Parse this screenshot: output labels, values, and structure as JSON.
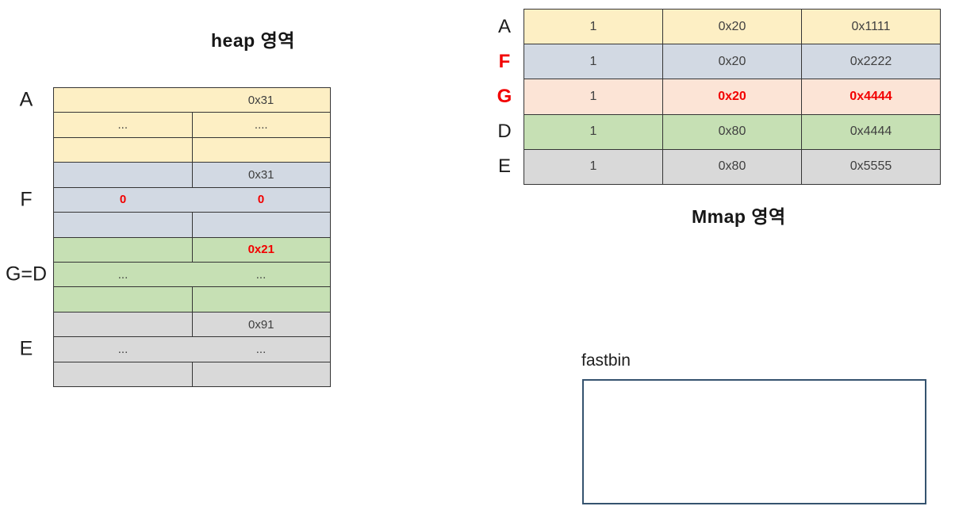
{
  "colors": {
    "chunk_a_yellow": "#FDEFC4",
    "chunk_f_bluegray": "#D2D9E3",
    "chunk_g_green": "#C6E0B4",
    "chunk_g_pink": "#FCE4D6",
    "chunk_e_gray": "#D9D9D9",
    "highlight_red": "#F20000",
    "fastbin_border_blue": "#35536F",
    "table_border": "#353535"
  },
  "heap": {
    "title": "heap 영역",
    "rows": [
      {
        "label": "A",
        "color": "#FDEFC4",
        "cells": [
          {
            "text": ""
          },
          {
            "text": "0x31"
          }
        ]
      },
      {
        "color": "#FDEFC4",
        "cells": [
          {
            "text": "..."
          },
          {
            "text": "...."
          }
        ]
      },
      {
        "color": "#FDEFC4",
        "cells": [
          {
            "text": ""
          },
          {
            "text": ""
          }
        ]
      },
      {
        "color": "#D2D9E3",
        "cells": [
          {
            "text": ""
          },
          {
            "text": "0x31"
          }
        ]
      },
      {
        "label": "F",
        "color": "#D2D9E3",
        "cells": [
          {
            "text": "0",
            "red": true
          },
          {
            "text": "0",
            "red": true
          }
        ]
      },
      {
        "color": "#D2D9E3",
        "cells": [
          {
            "text": ""
          },
          {
            "text": ""
          }
        ]
      },
      {
        "color": "#C6E0B4",
        "cells": [
          {
            "text": ""
          },
          {
            "text": "0x21",
            "red": true
          }
        ]
      },
      {
        "label": "G=D",
        "color": "#C6E0B4",
        "cells": [
          {
            "text": "..."
          },
          {
            "text": "..."
          }
        ]
      },
      {
        "color": "#C6E0B4",
        "cells": [
          {
            "text": ""
          },
          {
            "text": ""
          }
        ]
      },
      {
        "color": "#D9D9D9",
        "cells": [
          {
            "text": ""
          },
          {
            "text": "0x91"
          }
        ]
      },
      {
        "label": "E",
        "color": "#D9D9D9",
        "cells": [
          {
            "text": "..."
          },
          {
            "text": "..."
          }
        ]
      },
      {
        "color": "#D9D9D9",
        "cells": [
          {
            "text": ""
          },
          {
            "text": ""
          }
        ]
      }
    ]
  },
  "mmap": {
    "title": "Mmap 영역",
    "rows": [
      {
        "label": "A",
        "color": "#FDEFC4",
        "cells": [
          {
            "text": "1"
          },
          {
            "text": "0x20"
          },
          {
            "text": "0x1111"
          }
        ]
      },
      {
        "label": "F",
        "label_red": true,
        "color": "#D2D9E3",
        "cells": [
          {
            "text": "1"
          },
          {
            "text": "0x20"
          },
          {
            "text": "0x2222"
          }
        ]
      },
      {
        "label": "G",
        "label_red": true,
        "color": "#FCE4D6",
        "cells": [
          {
            "text": "1"
          },
          {
            "text": "0x20",
            "red": true
          },
          {
            "text": "0x4444",
            "red": true
          }
        ]
      },
      {
        "label": "D",
        "color": "#C6E0B4",
        "cells": [
          {
            "text": "1"
          },
          {
            "text": "0x80"
          },
          {
            "text": "0x4444"
          }
        ]
      },
      {
        "label": "E",
        "color": "#D9D9D9",
        "cells": [
          {
            "text": "1"
          },
          {
            "text": "0x80"
          },
          {
            "text": "0x5555"
          }
        ]
      }
    ]
  },
  "fastbin": {
    "label": "fastbin"
  }
}
